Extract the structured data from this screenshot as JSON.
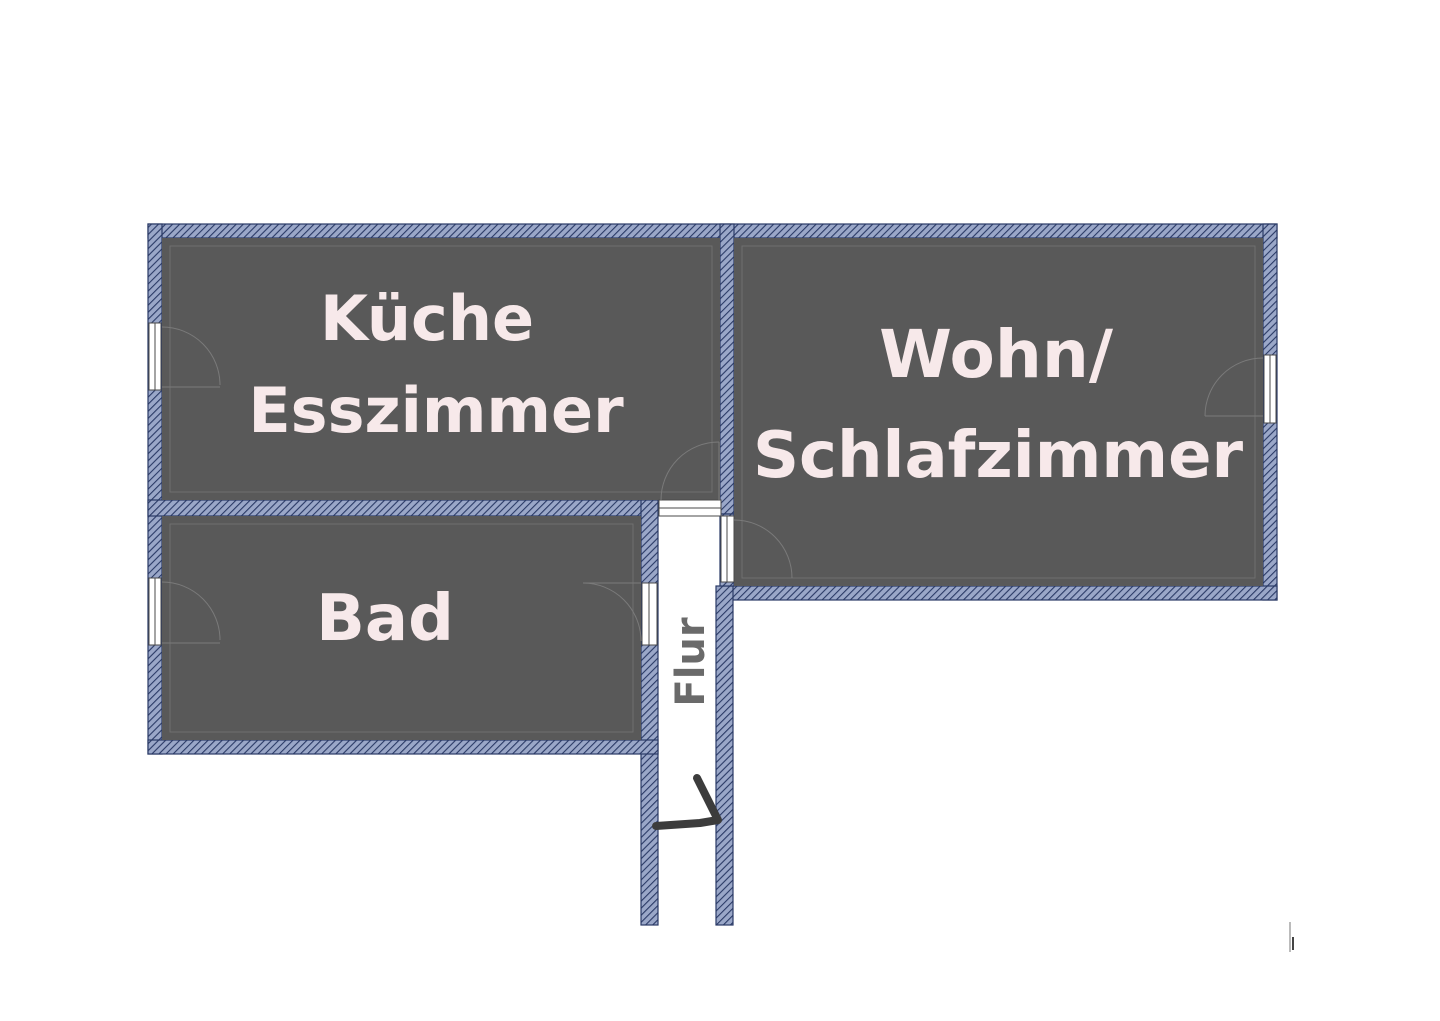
{
  "rooms": {
    "kueche_line1": "Küche",
    "kueche_line2": "Esszimmer",
    "wohn_line1": "Wohn/",
    "wohn_line2": "Schlafzimmer",
    "bad": "Bad",
    "flur": "Flur"
  },
  "colors": {
    "room_fill": "#595959",
    "wall_hatch": "#2a3a66",
    "wall_base": "#9aa7c8",
    "label_text": "#f7e9ea",
    "flur_text": "#6a6a6a",
    "background": "#ffffff"
  }
}
